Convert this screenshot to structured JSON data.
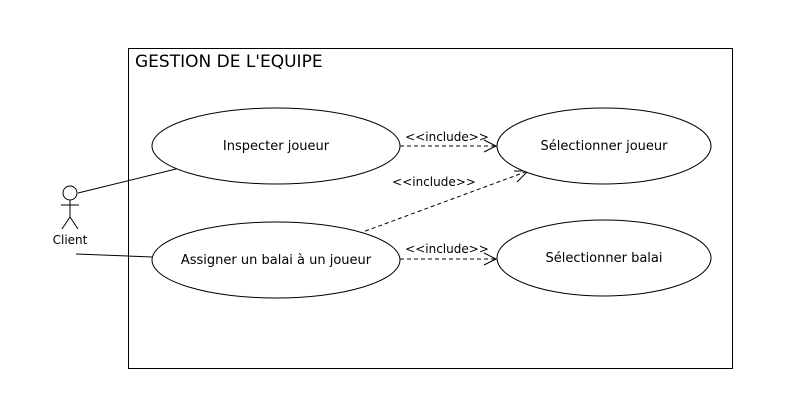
{
  "diagram": {
    "system_title": "GESTION DE L'EQUIPE",
    "actor": {
      "label": "Client"
    },
    "use_cases": {
      "inspecter": "Inspecter joueur",
      "assigner": "Assigner un balai à un joueur",
      "selectionner_joueur": "Sélectionner joueur",
      "selectionner_balai": "Sélectionner balai"
    },
    "relations": {
      "include_1": "<<include>>",
      "include_2": "<<include>>",
      "include_3": "<<include>>"
    }
  }
}
